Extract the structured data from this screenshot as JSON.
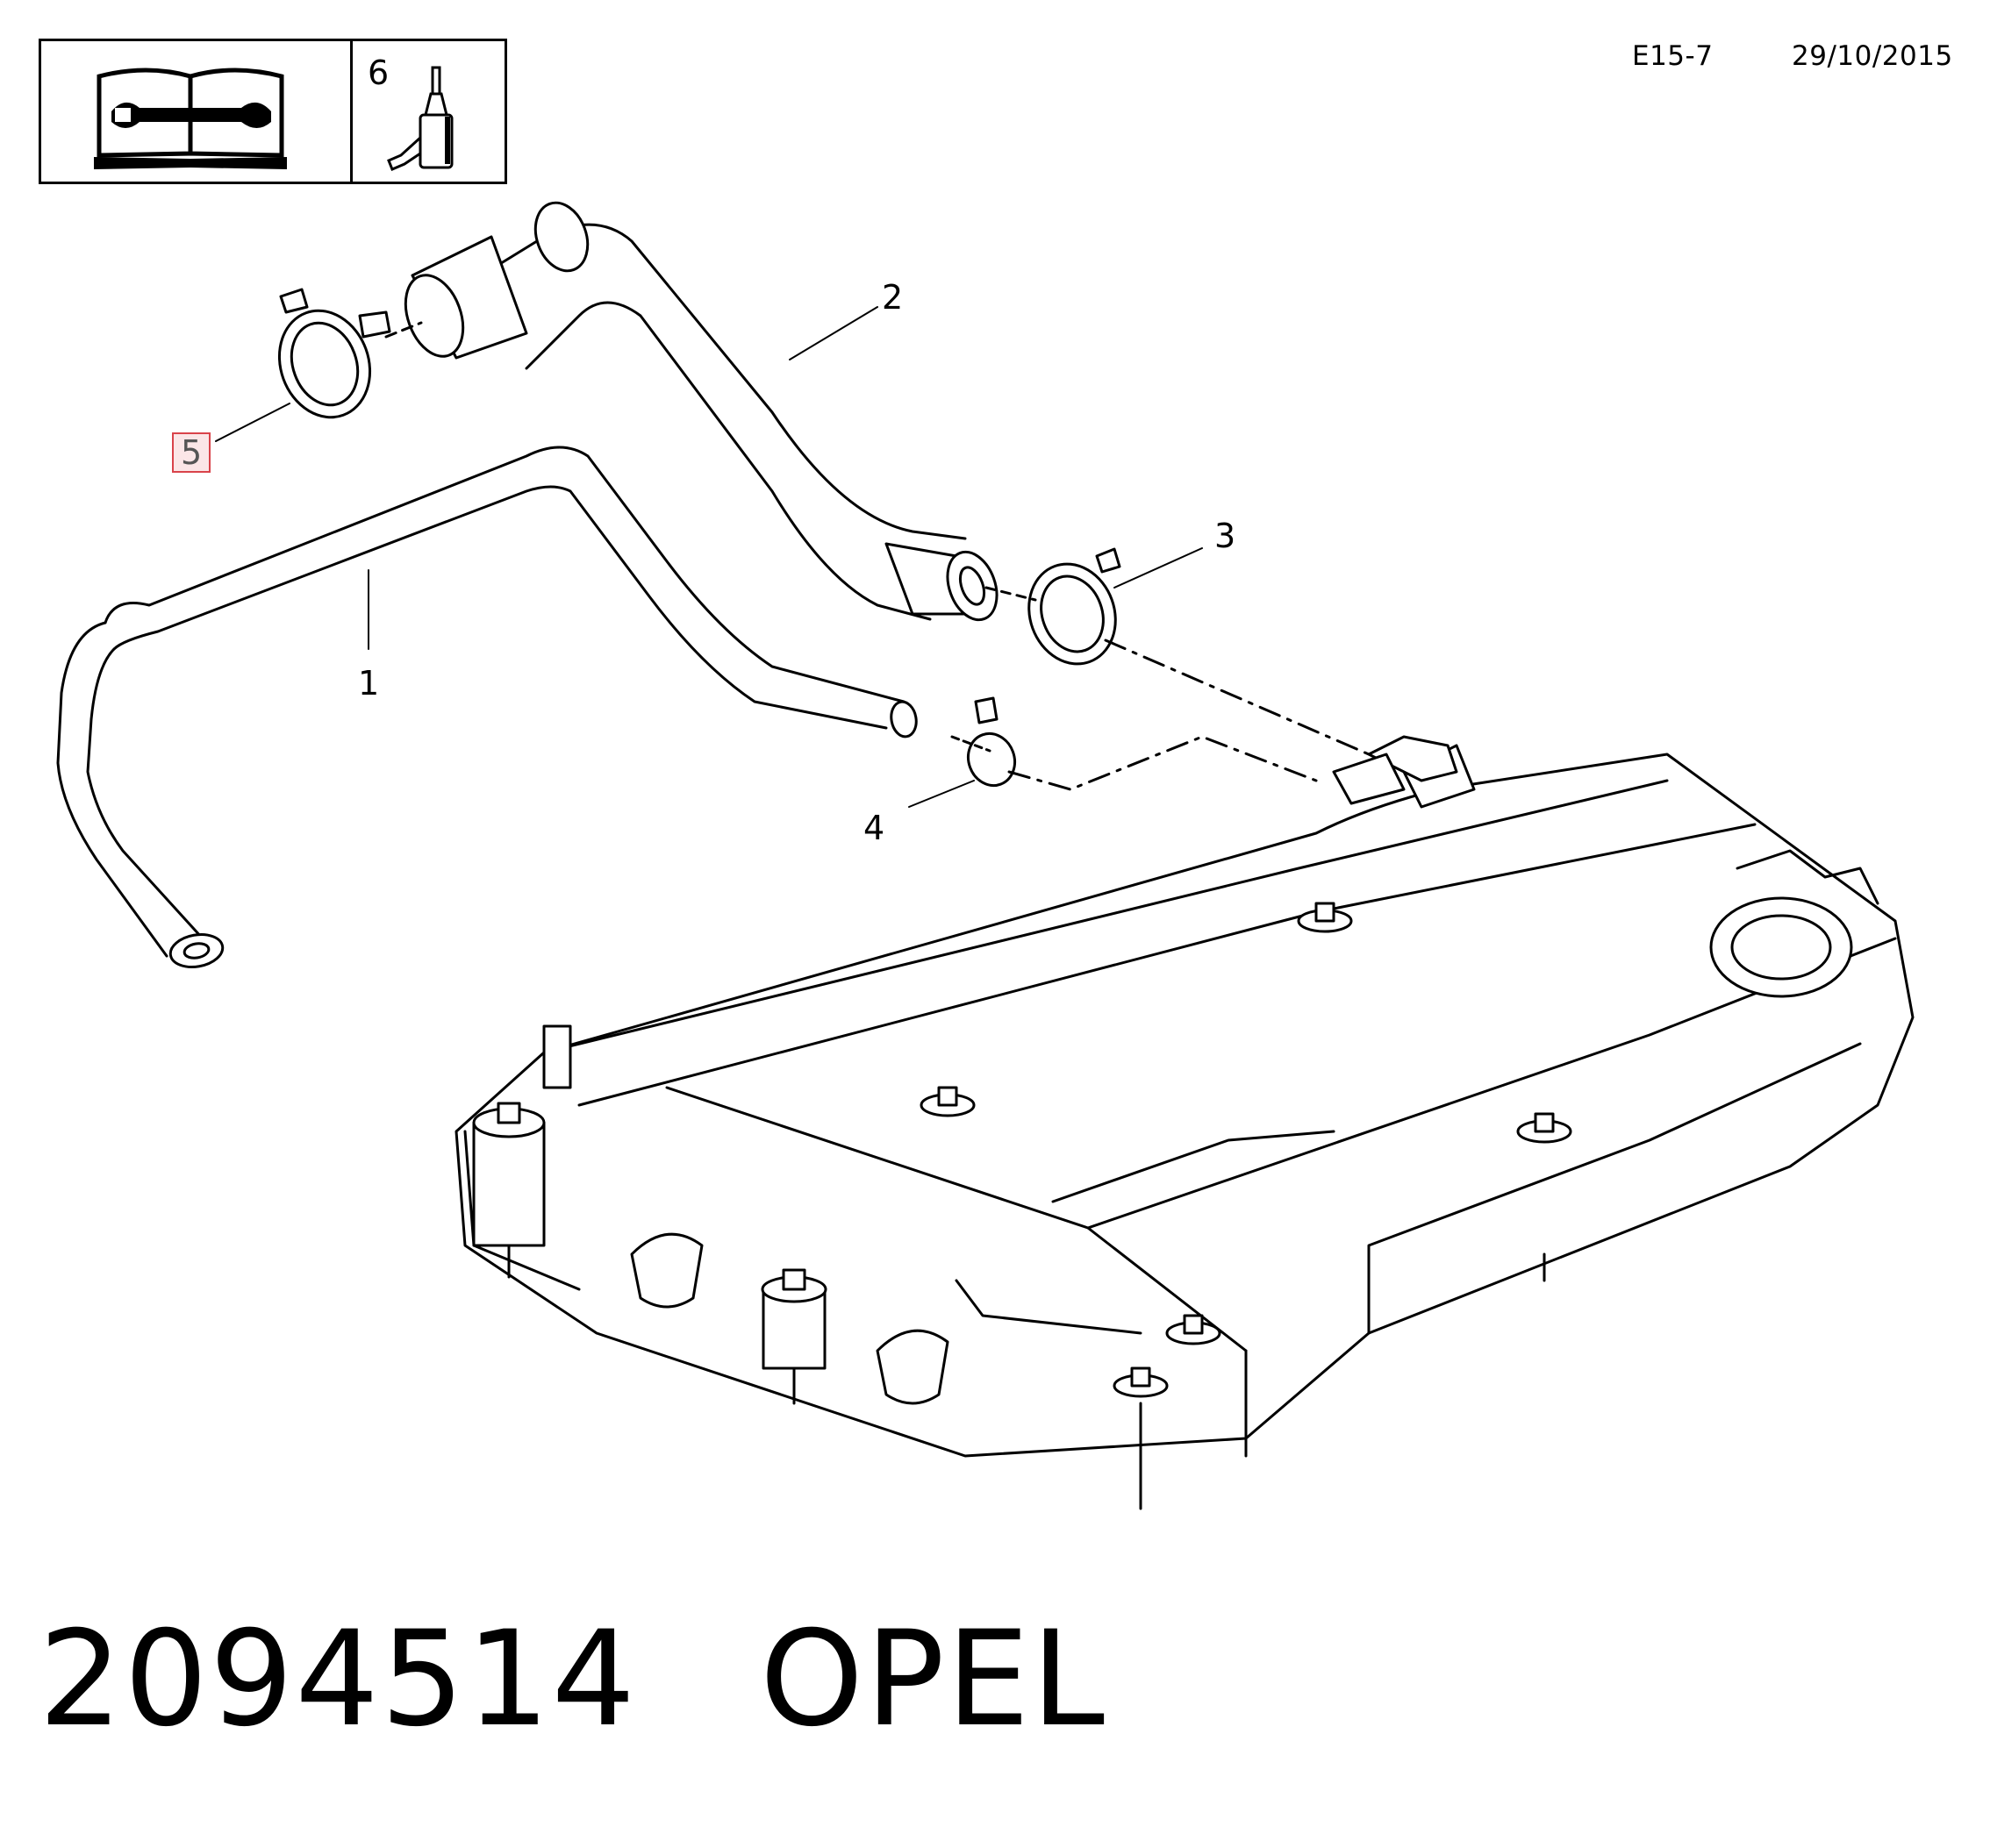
{
  "header": {
    "page_ref": "E15-7",
    "date": "29/10/2015"
  },
  "symbol_box": {
    "quantity": "6",
    "left_icon": "repair-manual-icon",
    "right_icon": "oil-bottle-icon"
  },
  "callouts": [
    {
      "id": "1",
      "label": "1"
    },
    {
      "id": "2",
      "label": "2"
    },
    {
      "id": "3",
      "label": "3"
    },
    {
      "id": "4",
      "label": "4"
    },
    {
      "id": "5",
      "label": "5",
      "highlighted": true,
      "highlight_color": "#d9434a"
    }
  ],
  "footer": {
    "part_number": "2094514",
    "brand": "OPEL"
  }
}
